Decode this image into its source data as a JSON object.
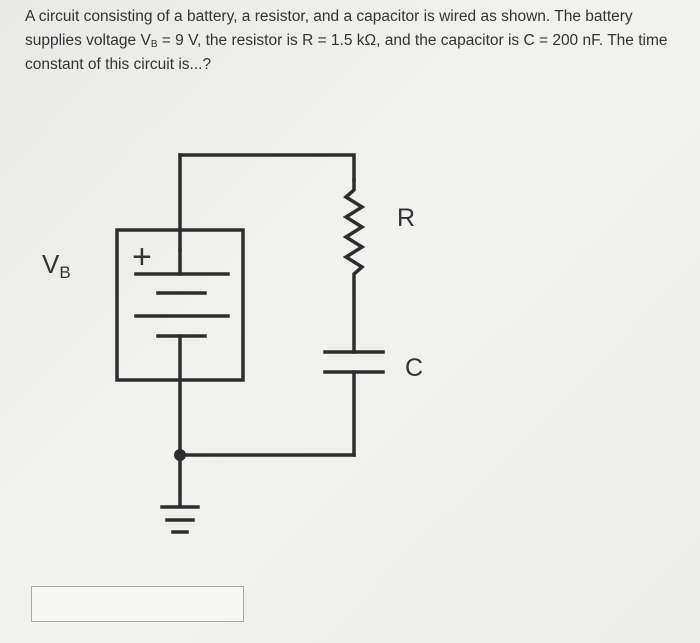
{
  "question": {
    "part1": "A circuit consisting of a battery, a resistor, and a capacitor is wired as shown. The battery supplies voltage V",
    "part1_sub": "B",
    "part2": " = 9 V, the resistor is R = 1.5 kΩ, and the capacitor is C = 200 nF. The time constant of this circuit is...?"
  },
  "figure": {
    "battery_label_main": "V",
    "battery_label_sub": "B",
    "plus_sign": "+",
    "resistor_label": "R",
    "capacitor_label": "C"
  },
  "answer": {
    "value": ""
  }
}
